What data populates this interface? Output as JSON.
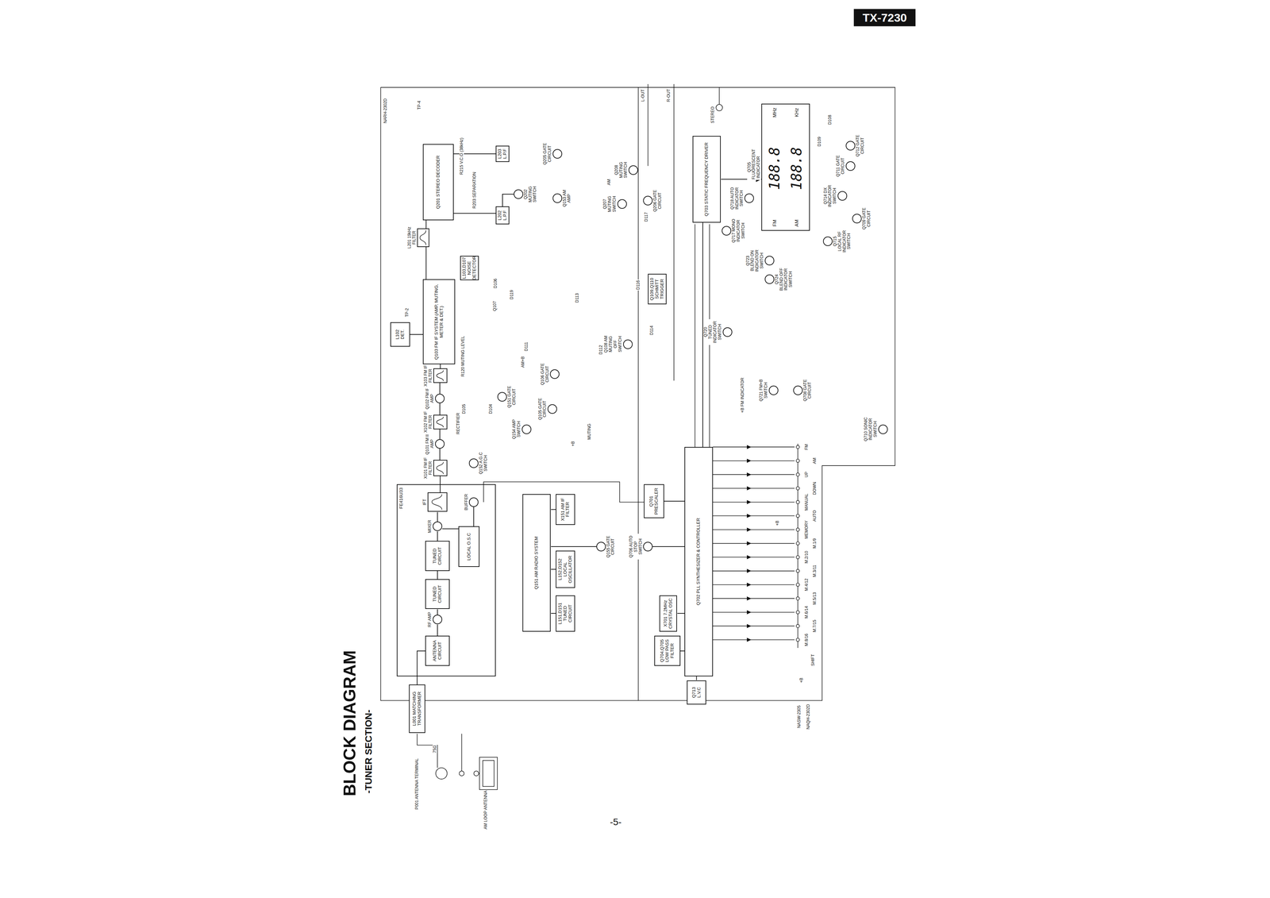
{
  "diagram": {
    "title": "BLOCK DIAGRAM",
    "nodes": [
      {
        "text": [
          "L001 MATCHING TRANSFORMER"
        ]
      },
      {
        "text": [
          "FE416U33"
        ]
      },
      {
        "text": [
          "ANTENNA CIRCUIT"
        ],
        "in": 1
      },
      {
        "text": [
          "RF AMP"
        ],
        "in": 1
      },
      {
        "text": [
          "TUNED CIRCUIT"
        ],
        "in": 1
      },
      {
        "text": [
          "TUNED CIRCUIT"
        ],
        "in": 1
      },
      {
        "text": [
          "MIXER"
        ],
        "in": 1
      },
      {
        "text": [
          "LOCAL O.S.C"
        ],
        "in": 1
      },
      {
        "text": [
          "IFT"
        ],
        "in": 1
      },
      {
        "text": [
          "BUFFER"
        ],
        "in": 1
      },
      {
        "text": [
          "X101 FM IF FILTER"
        ]
      },
      {
        "text": [
          "Q101 FM IF AMP"
        ]
      },
      {
        "text": [
          "X102 FM IF FILTER"
        ]
      },
      {
        "text": [
          "Q102 FM IF AMP"
        ]
      },
      {
        "text": [
          "X103 FM IF FILTER"
        ]
      },
      {
        "text": [
          "Q103 FM IF SYSTEM (AMP, MUTING, METER & DET.)"
        ]
      },
      {
        "text": [
          "L102 DET."
        ]
      },
      {
        "text": [
          "L103,D107 NOISE DETECTOR"
        ]
      },
      {
        "text": [
          "L201 19kHz FILTER"
        ]
      },
      {
        "text": [
          "Q201 STEREO DECODER"
        ]
      },
      {
        "text": [
          "L203 L.P.F"
        ]
      },
      {
        "text": [
          "L202 L.P.F"
        ]
      },
      {
        "text": [
          "Q202 MUTING SWITCH"
        ]
      },
      {
        "text": [
          "Q205 GATE CIRCUIT"
        ]
      },
      {
        "text": [
          "Q153 AM AMP"
        ]
      },
      {
        "text": [
          "Q208 MUTING SWITCH"
        ]
      },
      {
        "text": [
          "Q206 GATE CIRCUIT"
        ]
      },
      {
        "text": [
          "Q207 MUTING SWITCH"
        ]
      },
      {
        "text": [
          "Q109,Q110 SCHMITT TRIGGER"
        ]
      },
      {
        "text": [
          "Q108 AM MUTING OFF SWITCH"
        ]
      },
      {
        "text": [
          "Q106 GATE CIRCUIT"
        ]
      },
      {
        "text": [
          "Q105 GATE CIRCUIT"
        ]
      },
      {
        "text": [
          "Q154 AMP SWITCH"
        ]
      },
      {
        "text": [
          "Q151 GATE CIRCUIT"
        ]
      },
      {
        "text": [
          "Q152 A.G.C SWITCH"
        ]
      },
      {
        "text": [
          "Q151 AM RADIO SYSTEM"
        ]
      },
      {
        "text": [
          "X151 AM IF FILTER"
        ]
      },
      {
        "text": [
          "L152,D152 LOCAL OSCILLATOR"
        ]
      },
      {
        "text": [
          "L151,D151 TUNED CIRCUIT"
        ]
      },
      {
        "text": [
          "Q155 GATE CIRCUIT"
        ]
      },
      {
        "text": [
          "Q706 AUTO STOP SWITCH"
        ]
      },
      {
        "text": [
          "Q701 PRESCALER"
        ]
      },
      {
        "text": [
          "X701 7.2MHz CRYSTAL OSC"
        ]
      },
      {
        "text": [
          "Q704,Q705 LOW PASS FILTER"
        ]
      },
      {
        "text": [
          "Q702 PLL SYNTHESIZER & CONTROLLER"
        ]
      },
      {
        "text": [
          "Q713 L.V.C"
        ]
      },
      {
        "text": [
          "Q703 STATIC FREQUENCY DRIVER"
        ]
      },
      {
        "text": [
          "Q705 FLUORESCENT INDICATOR",
          "MHz",
          "KHz",
          "FM",
          "AM",
          "188.8",
          "188.8"
        ]
      },
      {
        "text": [
          "Q717 MONO INDICATOR SWITCH"
        ]
      },
      {
        "text": [
          "Q718 AUTO INDICATOR SWITCH"
        ]
      },
      {
        "text": [
          "Q723 BLEND ON INDICATOR SWITCH"
        ]
      },
      {
        "text": [
          "Q724 BLEND OFF INDICATOR SWITCH"
        ]
      },
      {
        "text": [
          "Q715 LOCAL RF INDICATOR SWITCH"
        ]
      },
      {
        "text": [
          "Q714 DX INDICATOR SWITCH"
        ]
      },
      {
        "text": [
          "Q709 GATE CIRCUIT"
        ]
      },
      {
        "text": [
          "Q711 GATE CIRCUIT"
        ]
      },
      {
        "text": [
          "Q712 GATE CIRCUIT"
        ]
      },
      {
        "text": [
          "Q720 TUNED INDICATOR SWITCH"
        ]
      },
      {
        "text": [
          "Q721 FM+B SWITCH"
        ]
      },
      {
        "text": [
          "Q708 GATE CIRCUIT"
        ]
      },
      {
        "text": [
          "Q710 SONIC INDICATOR SWITCH"
        ]
      }
    ],
    "edges": [
      {
        "from": 0,
        "to": 2,
        "arrow": "none"
      },
      {
        "from": 2,
        "to": 3,
        "arrow": "none"
      },
      {
        "from": 3,
        "to": 4,
        "arrow": "none"
      },
      {
        "from": 4,
        "to": 5,
        "arrow": "none"
      },
      {
        "from": 5,
        "to": 6,
        "arrow": "none"
      },
      {
        "from": 7,
        "to": 6,
        "arrow": "none"
      },
      {
        "from": 6,
        "to": 8,
        "arrow": "none"
      },
      {
        "from": 7,
        "to": 9,
        "arrow": "none"
      },
      {
        "from": 8,
        "to": 10,
        "arrow": "none"
      },
      {
        "from": 10,
        "to": 11,
        "arrow": "none"
      },
      {
        "from": 11,
        "to": 12,
        "arrow": "none"
      },
      {
        "from": 12,
        "to": 13,
        "arrow": "none"
      },
      {
        "from": 13,
        "to": 14,
        "arrow": "none"
      },
      {
        "from": 14,
        "to": 15,
        "arrow": "none"
      },
      {
        "from": 15,
        "to": 16,
        "arrow": "none"
      },
      {
        "from": 15,
        "to": 18,
        "arrow": "none"
      },
      {
        "from": 18,
        "to": 19,
        "arrow": "none"
      },
      {
        "from": 19,
        "to": 20,
        "arrow": "none"
      },
      {
        "from": 19,
        "to": 21,
        "arrow": "none"
      },
      {
        "from": 21,
        "to": 22,
        "arrow": "none"
      },
      {
        "from": 36,
        "to": 35,
        "arrow": "none"
      },
      {
        "from": 37,
        "to": 35,
        "arrow": "none"
      },
      {
        "from": 38,
        "to": 35,
        "arrow": "none"
      },
      {
        "from": 39,
        "to": 35,
        "arrow": "none"
      },
      {
        "from": 41,
        "to": 44,
        "arrow": "none"
      },
      {
        "from": 42,
        "to": 44,
        "arrow": "none"
      },
      {
        "from": 43,
        "to": 44,
        "arrow": "none"
      },
      {
        "from": 45,
        "to": 44,
        "arrow": "none"
      },
      {
        "from": 40,
        "to": 44,
        "arrow": "none"
      },
      {
        "from": 44,
        "to": 46,
        "arrow": "none"
      },
      {
        "from": 46,
        "to": 47,
        "arrow": "to"
      }
    ],
    "labels": [
      "-TUNER SECTION-",
      "TX-7230",
      "-5-",
      "NARH-2302D",
      "NASW-2305",
      "NAQH-2302D",
      "AM LOOP ANTENNA",
      "P001 ANTENNA TERMINAL",
      "75Ω",
      "TP-2",
      "TP-4",
      "R120 MUTING LEVEL",
      "R215 V.C.O (38kHz)",
      "R203 SEPARATION",
      "L-OUT",
      "R-OUT",
      "AM",
      "D117",
      "D106",
      "Q107",
      "D119",
      "D113",
      "D116",
      "D114",
      "D112",
      "D111",
      "D104",
      "D105",
      "AM+B",
      "+B",
      "MUTING",
      "RECTIFIER",
      "STEREO",
      "D108",
      "D109",
      "+B FM INDICATOR",
      "+B",
      "FM",
      "AM",
      "UP",
      "DOWN",
      "MANUAL",
      "AUTO",
      "MEMORY",
      "M.1/9",
      "M.2/10",
      "M.3/11",
      "M.4/12",
      "M.5/13",
      "M.6/14",
      "M.7/15",
      "M.8/16",
      "SHIFT",
      "+B"
    ]
  }
}
